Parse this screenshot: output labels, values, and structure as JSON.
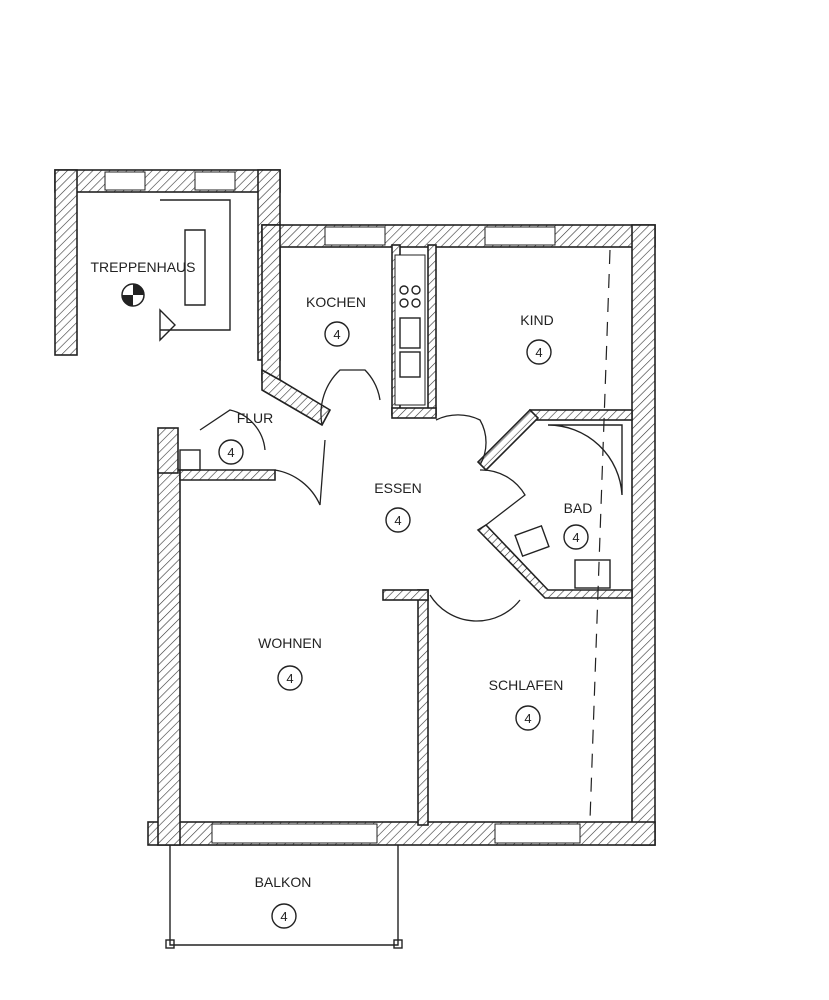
{
  "plan": {
    "rooms": [
      {
        "name": "TREPPENHAUS"
      },
      {
        "name": "KOCHEN",
        "number": "4"
      },
      {
        "name": "KIND",
        "number": "4"
      },
      {
        "name": "FLUR",
        "number": "4"
      },
      {
        "name": "ESSEN",
        "number": "4"
      },
      {
        "name": "BAD",
        "number": "4"
      },
      {
        "name": "WOHNEN",
        "number": "4"
      },
      {
        "name": "SCHLAFEN",
        "number": "4"
      },
      {
        "name": "BALKON",
        "number": "4"
      }
    ],
    "colors": {
      "ink": "#222222",
      "paper": "#ffffff"
    }
  }
}
